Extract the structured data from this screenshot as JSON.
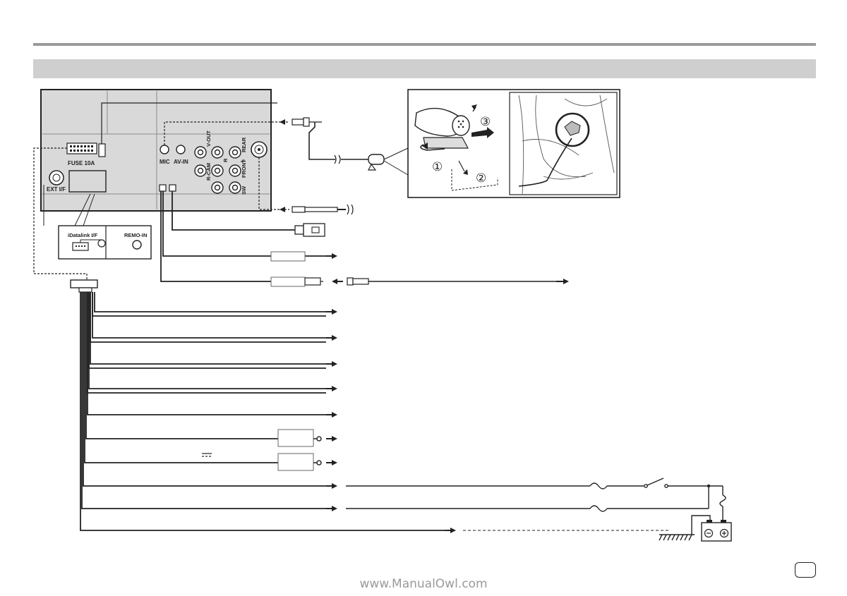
{
  "unit_labels": {
    "fuse": "FUSE 10A",
    "ext_if": "EXT I/F",
    "mic": "MIC",
    "av_in": "AV-IN",
    "v_out": "V-OUT",
    "r_cam": "R-CAM",
    "r": "R",
    "l": "L",
    "rear": "REAR",
    "front": "FRONT",
    "sw": "SW",
    "idatalink": "iDatalink I/F",
    "remo_in": "REMO-IN"
  },
  "steps": {
    "step1": "①",
    "step2": "②",
    "step3": "③"
  },
  "watermark": "www.ManualOwl.com"
}
